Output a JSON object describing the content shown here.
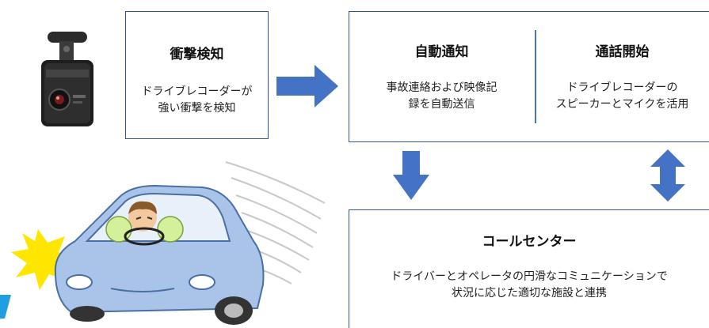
{
  "impact": {
    "title": "衝撃検知",
    "desc_line1": "ドライブレコーダーが",
    "desc_line2": "強い衝撃を検知"
  },
  "auto_notice": {
    "title": "自動通知",
    "desc_line1": "事故連絡および映像記",
    "desc_line2": "録を自動送信"
  },
  "call_start": {
    "title": "通話開始",
    "desc_line1": "ドライブレコーダーの",
    "desc_line2": "スピーカーとマイクを活用"
  },
  "call_center": {
    "title": "コールセンター",
    "desc_line1": "ドライバーとオペレータの円滑なコミュニケーションで",
    "desc_line2": "状況に応じた適切な施設と連携"
  },
  "colors": {
    "box_border": "#2f5597",
    "arrow": "#4472c4",
    "car": "#a9c4e8",
    "flash": "#ffe600"
  },
  "icons": [
    "dashcam-icon",
    "crashed-car-illustration",
    "right-arrow",
    "down-arrow",
    "updown-arrow"
  ]
}
